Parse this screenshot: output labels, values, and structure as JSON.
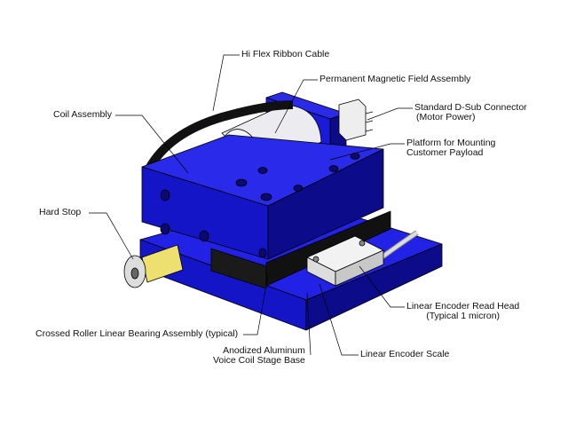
{
  "colors": {
    "anodized_blue": "#1a1ad8",
    "dark_blue": "#0c0c8a",
    "brass": "#e0c050",
    "magnet": "#e8e8ec",
    "black": "#151515"
  },
  "labels": {
    "ribbon_cable": "Hi Flex Ribbon Cable",
    "magnet_assembly": "Permanent Magnetic Field Assembly",
    "dsub_line1": "Standard D-Sub Connector",
    "dsub_line2": "(Motor Power)",
    "coil_assembly": "Coil Assembly",
    "platform_line1": "Platform for Mounting",
    "platform_line2": "Customer Payload",
    "hard_stop": "Hard Stop",
    "read_head_line1": "Linear Encoder Read Head",
    "read_head_line2": "(Typical 1 micron)",
    "bearing": "Crossed Roller Linear Bearing Assembly (typical)",
    "base_line1": "Anodized Aluminum",
    "base_line2": "Voice Coil Stage Base",
    "encoder_scale": "Linear Encoder Scale"
  }
}
